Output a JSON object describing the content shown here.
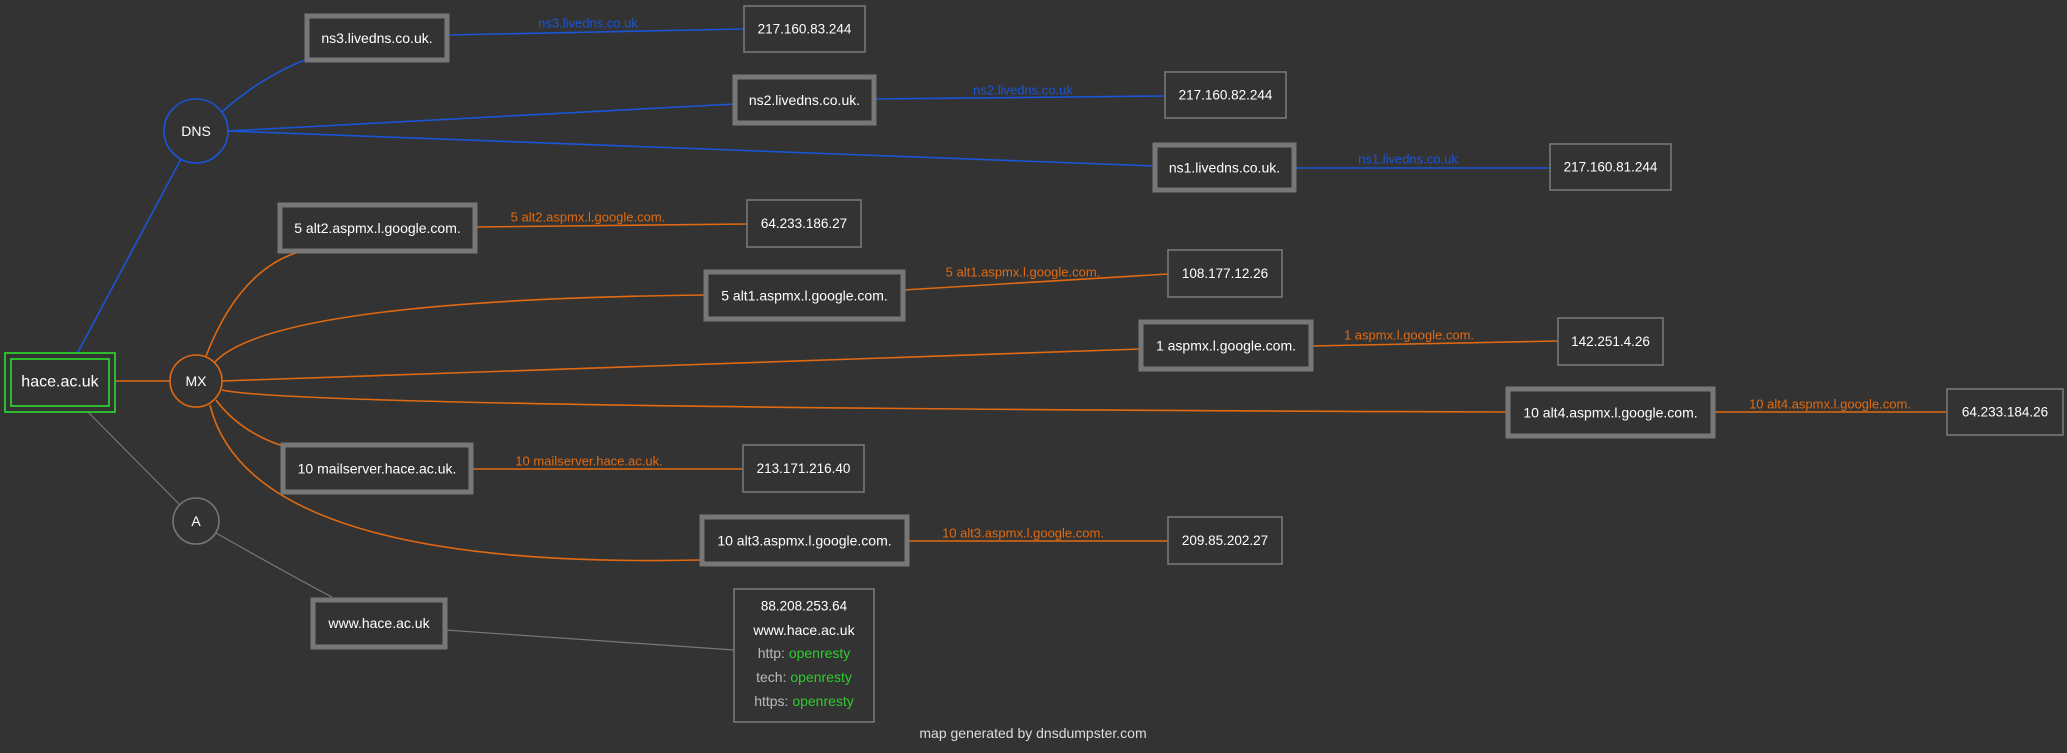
{
  "colors": {
    "background": "#333333",
    "dns": "#1a55d6",
    "mx": "#e06a12",
    "a": "#777777",
    "domain": "#2ecc2e",
    "box_border": "#777777",
    "text": "#ffffff",
    "muted": "#bbbbbb",
    "server": "#2ecc2e"
  },
  "domain": {
    "label": "hace.ac.uk"
  },
  "groups": {
    "dns": "DNS",
    "mx": "MX",
    "a": "A"
  },
  "dns_records": [
    {
      "name": "ns3.livedns.co.uk.",
      "edge_label": "ns3.livedns.co.uk",
      "ip": "217.160.83.244"
    },
    {
      "name": "ns2.livedns.co.uk.",
      "edge_label": "ns2.livedns.co.uk",
      "ip": "217.160.82.244"
    },
    {
      "name": "ns1.livedns.co.uk.",
      "edge_label": "ns1.livedns.co.uk",
      "ip": "217.160.81.244"
    }
  ],
  "mx_records": [
    {
      "name": "5 alt2.aspmx.l.google.com.",
      "edge_label": "5 alt2.aspmx.l.google.com.",
      "ip": "64.233.186.27"
    },
    {
      "name": "5 alt1.aspmx.l.google.com.",
      "edge_label": "5 alt1.aspmx.l.google.com.",
      "ip": "108.177.12.26"
    },
    {
      "name": "1 aspmx.l.google.com.",
      "edge_label": "1 aspmx.l.google.com.",
      "ip": "142.251.4.26"
    },
    {
      "name": "10 alt4.aspmx.l.google.com.",
      "edge_label": "10 alt4.aspmx.l.google.com.",
      "ip": "64.233.184.26"
    },
    {
      "name": "10 mailserver.hace.ac.uk.",
      "edge_label": "10 mailserver.hace.ac.uk.",
      "ip": "213.171.216.40"
    },
    {
      "name": "10 alt3.aspmx.l.google.com.",
      "edge_label": "10 alt3.aspmx.l.google.com.",
      "ip": "209.85.202.27"
    }
  ],
  "a_record": {
    "name": "www.hace.ac.uk",
    "ip": "88.208.253.64",
    "host": "www.hace.ac.uk",
    "banners": [
      {
        "key": "http:",
        "value": "openresty"
      },
      {
        "key": "tech:",
        "value": "openresty"
      },
      {
        "key": "https:",
        "value": "openresty"
      }
    ]
  },
  "footer": "map generated by dnsdumpster.com"
}
